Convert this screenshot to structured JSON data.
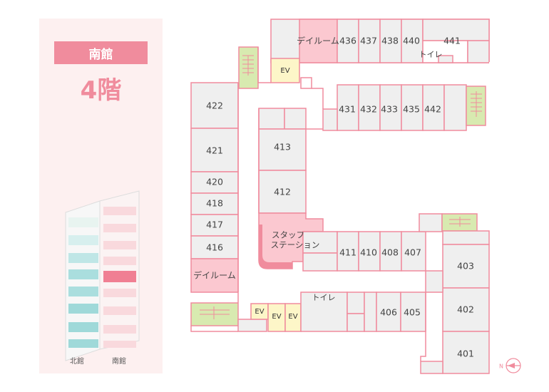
{
  "building": "南館",
  "floor": "4階",
  "tower_labels": {
    "north": "北館",
    "south": "南館"
  },
  "rooms": {
    "r401": "401",
    "r402": "402",
    "r403": "403",
    "r405": "405",
    "r406": "406",
    "r407": "407",
    "r408": "408",
    "r410": "410",
    "r411": "411",
    "r412": "412",
    "r413": "413",
    "r416": "416",
    "r417": "417",
    "r418": "418",
    "r420": "420",
    "r421": "421",
    "r422": "422",
    "r431": "431",
    "r432": "432",
    "r433": "433",
    "r435": "435",
    "r436": "436",
    "r437": "437",
    "r438": "438",
    "r440": "440",
    "r441": "441",
    "r442": "442"
  },
  "facilities": {
    "dayroom_north": "デイルーム",
    "dayroom_west": "デイルーム",
    "toilet_north": "トイレ",
    "toilet_south": "トイレ",
    "staff_station_line1": "スタッフ",
    "staff_station_line2": "ステーション",
    "elevator": "EV"
  },
  "compass": {
    "north": "N"
  },
  "colors": {
    "wall": "#f08c9d",
    "room": "#efefef",
    "pink": "#fbc8d0",
    "stairs": "#d8eab0",
    "elevator": "#fdf6c8"
  }
}
